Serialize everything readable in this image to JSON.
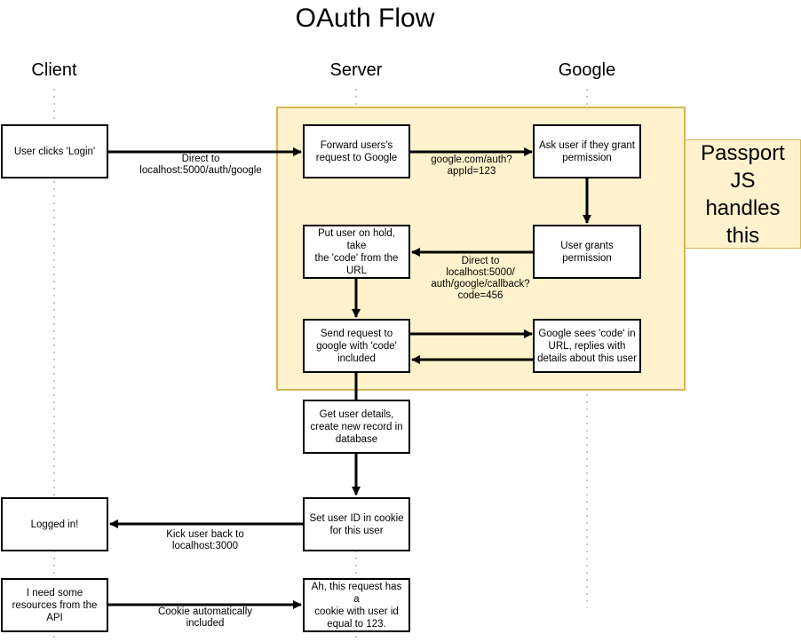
{
  "title": "OAuth Flow",
  "lanes": {
    "client": "Client",
    "server": "Server",
    "google": "Google"
  },
  "region_note": "Passport\nJS\nhandles\nthis",
  "boxes": {
    "user_clicks_login": "User clicks 'Login'",
    "forward_request": "Forward users's\nrequest to Google",
    "ask_permission": "Ask user if they grant\npermission",
    "user_grants": "User grants\npermission",
    "put_on_hold": "Put user on hold, take\nthe 'code' from the\nURL",
    "send_request": "Send request to\ngoogle with 'code'\nincluded",
    "google_sees_code": "Google sees 'code' in\nURL, replies with\ndetails about this user",
    "get_user_details": "Get user details,\ncreate new record in\ndatabase",
    "set_user_id": "Set user ID in cookie\nfor this user",
    "logged_in": "Logged in!",
    "need_resources": "I need some\nresources from the\nAPI",
    "request_has_cookie": "Ah, this request has a\ncookie with user id\nequal to 123."
  },
  "edge_labels": {
    "direct_auth_google": "Direct to\nlocalhost:5000/auth/google",
    "google_auth_url": "google.com/auth?\nappId=123",
    "direct_callback": "Direct to\nlocalhost:5000/\nauth/google/callback?\ncode=456",
    "kick_back": "Kick user back to\nlocalhost:3000",
    "cookie_included": "Cookie automatically\nincluded"
  }
}
